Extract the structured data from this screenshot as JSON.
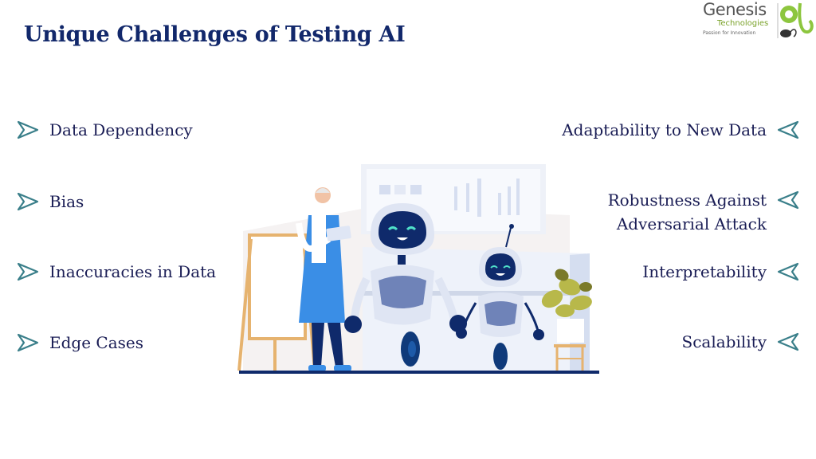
{
  "slide": {
    "title": "Unique Challenges of Testing AI"
  },
  "logo": {
    "brand": "Genesis",
    "subtitle": "Technologies",
    "tagline": "Passion for Innovation",
    "mark": "qt-mouse-logo-icon"
  },
  "colors": {
    "title": "#12286b",
    "text": "#1a1d55",
    "arrow": "#3a7f8a",
    "robot_dark": "#0f2a6b",
    "coat": "#3a8ee6"
  },
  "left_items": [
    {
      "label": "Data  Dependency",
      "icon": "arrow-right-icon"
    },
    {
      "label": "Bias",
      "icon": "arrow-right-icon"
    },
    {
      "label": "Inaccuracies in Data",
      "icon": "arrow-right-icon"
    },
    {
      "label": "Edge Cases",
      "icon": "arrow-right-icon"
    }
  ],
  "right_items": [
    {
      "label": "Adaptability to New Data",
      "icon": "arrow-left-icon"
    },
    {
      "label_line1": "Robustness Against",
      "label_line2": "Adversarial Attack",
      "icon": "arrow-left-icon"
    },
    {
      "label": "Interpretability",
      "icon": "arrow-left-icon"
    },
    {
      "label": "Scalability",
      "icon": "arrow-left-icon"
    }
  ],
  "illustration": {
    "description": "scientist-with-tablet-and-two-robots"
  }
}
